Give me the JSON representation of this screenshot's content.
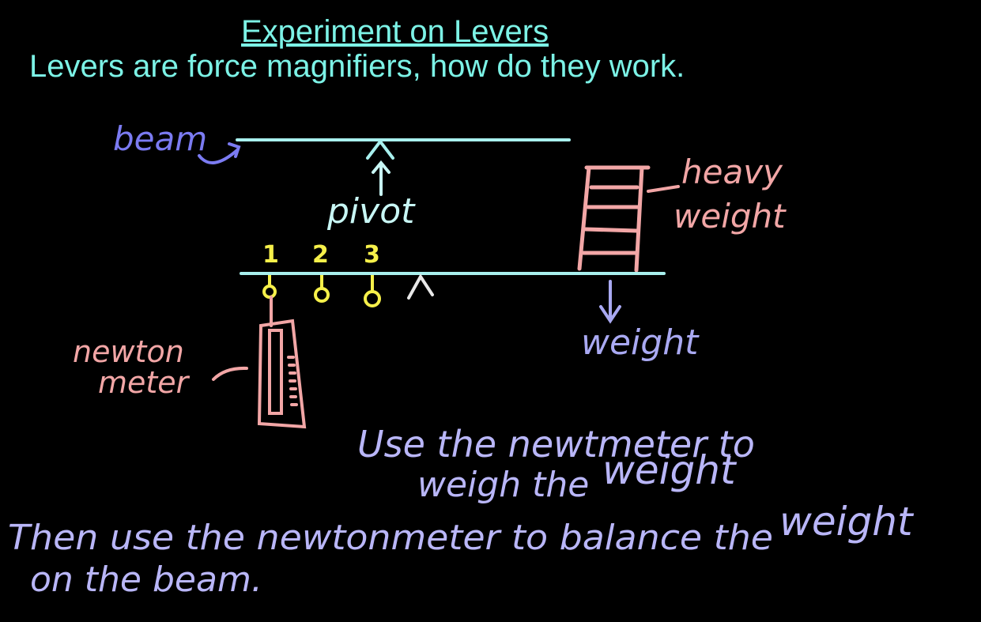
{
  "header": {
    "title": "Experiment on Levers",
    "subtitle": "Levers are force magnifiers, how do they work."
  },
  "labels": {
    "beam": "beam",
    "pivot": "pivot",
    "heavy_weight_line1": "heavy",
    "heavy_weight_line2": "weight",
    "weight": "weight",
    "newton_meter_line1": "newton",
    "newton_meter_line2": "meter",
    "positions": [
      "1",
      "2",
      "3"
    ]
  },
  "notes": {
    "line1": "Use the newtmeter to",
    "line2_a": "weigh the",
    "line2_b": "weight",
    "line3_a": "Then use the newtonmeter to balance the",
    "line3_b": "weight",
    "line4": "on the beam."
  },
  "colors": {
    "title": "#7cf2e6",
    "beam": "#a8f0ee",
    "label_blue": "#7b7bf2",
    "pivot_label": "#c8f7f5",
    "numbers": "#f6f04a",
    "pink": "#f2a6a6",
    "notes": "#b9b6f8",
    "white": "#e8e8e8"
  }
}
